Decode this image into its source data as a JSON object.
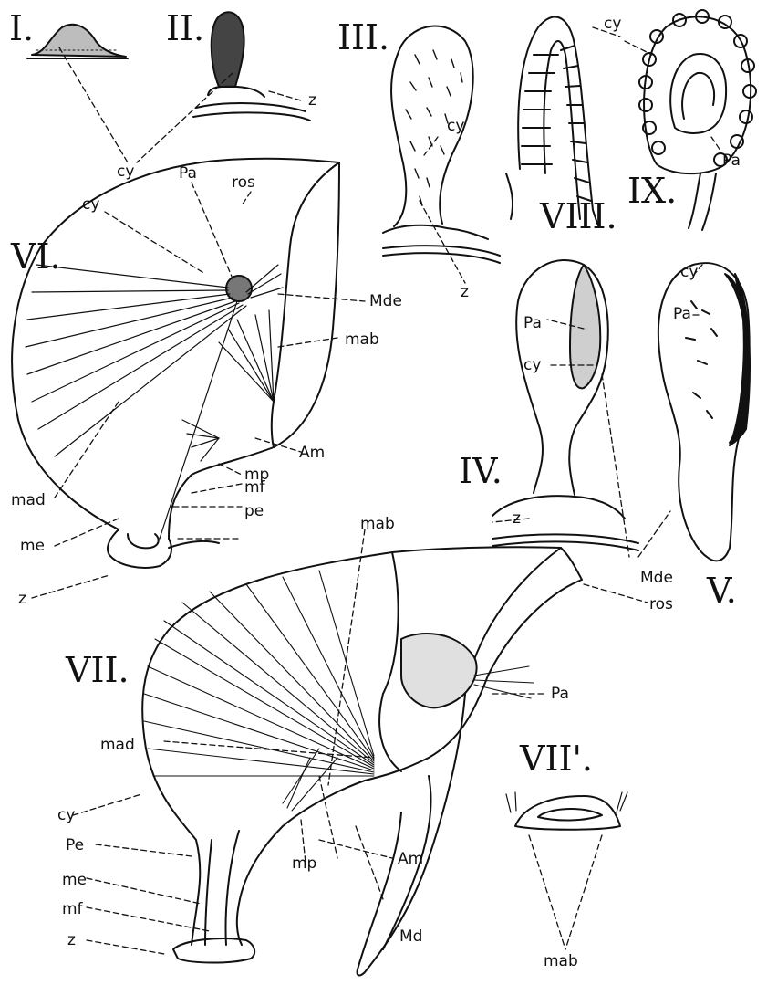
{
  "figure_numbers": {
    "i": "I.",
    "ii": "II.",
    "iii": "III.",
    "iv": "IV.",
    "v": "V.",
    "vi": "VI.",
    "vii": "VII.",
    "vii_prime": "VII'.",
    "viii": "VIII.",
    "ix": "IX."
  },
  "labels": {
    "cy": "cy",
    "z": "z",
    "ros": "ros",
    "pa": "Pa",
    "mde": "Mde",
    "mab": "mab",
    "am": "Am",
    "mp": "mp",
    "mf": "mf",
    "pe": "pe",
    "pe_cap": "Pe",
    "mad": "mad",
    "me": "me",
    "md": "Md"
  },
  "colors": {
    "ink": "#111111",
    "paper": "#ffffff"
  }
}
